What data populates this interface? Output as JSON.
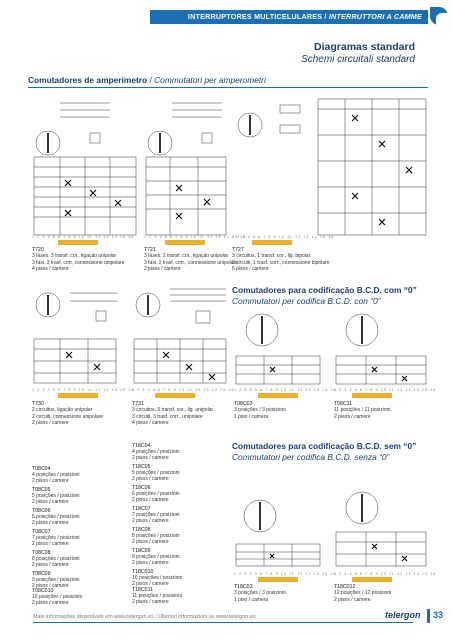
{
  "header": {
    "title_pt": "INTERRUPTORES MULTICELULARES",
    "title_it": "INTERRUTTORI A CAMME"
  },
  "page_title": {
    "pt": "Diagramas standard",
    "it": "Schemi circuitali standard"
  },
  "sections": {
    "ammeter": {
      "title_pt": "Comutadores de amperímetro",
      "separator": "/",
      "title_it": "Commutatori per amperometri"
    },
    "bcd0": {
      "title_pt": "Comutadores para codificação B.C.D. com “0”",
      "title_it": "Commutatori per codifica B.C.D. con “0”"
    },
    "bcd_no0": {
      "title_pt": "Comutadores para codificação B.C.D. sem “0”",
      "title_it": "Commutatori per codifica B.C.D. senza “0”"
    }
  },
  "cards_row1": [
    {
      "code": "T720",
      "lines": [
        "3 fases, 3 transf. cor., ligação unipolar",
        "3 fasi, 3 trasf. corr, connessione unipolare",
        "4 pisos / camere"
      ]
    },
    {
      "code": "T721",
      "lines": [
        "3 fases, 2 transf. cor., ligação unipolar",
        "3 fasi, 2 trasf. corr., connessione unipolare",
        "2 pisos / camere"
      ]
    },
    {
      "code": "T727",
      "lines": [
        "3 circuitos, 1 transf. cor., lig. bipolar",
        "3 circuiti, 1 trasf. corr., connessione bipolare",
        "6 pisos / camere"
      ]
    }
  ],
  "cards_row2": [
    {
      "code": "T730",
      "lines": [
        "2 circuitos, ligação unipolar",
        "2 circuiti, connessione unipolare",
        "2 pisos / camere"
      ]
    },
    {
      "code": "T731",
      "lines": [
        "3 circuitos, 3 transf. cor., lig. unipolar",
        "3 circuiti, 3 trasf. corr., unipolare",
        "4 pisos / camere"
      ]
    },
    {
      "code": "T08C03",
      "lines": [
        "3 posições / 3 posizioni",
        "1 piso / camera"
      ]
    },
    {
      "code": "T08C11",
      "lines": [
        "11 posições / 11 posizioni",
        "2 pisos / camere"
      ]
    }
  ],
  "list_left": [
    {
      "code": "T08C04",
      "lines": [
        "4 posições / posizioni",
        "2 pisos / camere"
      ]
    },
    {
      "code": "T08C05",
      "lines": [
        "5 posições / posizioni",
        "2 pisos / camere"
      ]
    },
    {
      "code": "T08C06",
      "lines": [
        "6 posições / posizioni",
        "2 pisos / camere"
      ]
    },
    {
      "code": "T08C07",
      "lines": [
        "7 posições / posizioni",
        "2 pisos / camere"
      ]
    },
    {
      "code": "T08C08",
      "lines": [
        "8 posições / posizioni",
        "2 pisos / camere"
      ]
    },
    {
      "code": "T08C09",
      "lines": [
        "9 posições / posizioni",
        "2 pisos / camere"
      ]
    },
    {
      "code": "T08C010",
      "lines": [
        "10 posições / posizioni",
        "2 pisos / camere"
      ]
    }
  ],
  "list_mid": [
    {
      "code": "T18C04",
      "lines": [
        "4 posições / posizioni",
        "2 pisos / camere"
      ]
    },
    {
      "code": "T18C05",
      "lines": [
        "5 posições / posizioni",
        "2 pisos / camere"
      ]
    },
    {
      "code": "T18C06",
      "lines": [
        "6 posições / posizioni",
        "2 pisos / camere"
      ]
    },
    {
      "code": "T18C07",
      "lines": [
        "7 posições / posizioni",
        "2 pisos / camere"
      ]
    },
    {
      "code": "T18C08",
      "lines": [
        "8 posições / posizioni",
        "2 pisos / camere"
      ]
    },
    {
      "code": "T18C09",
      "lines": [
        "9 posições / posizioni",
        "2 pisos / camere"
      ]
    },
    {
      "code": "T18C010",
      "lines": [
        "10 posições / posizioni",
        "2 pisos / camere"
      ]
    },
    {
      "code": "T18C011",
      "lines": [
        "11 posições / posizioni",
        "2 pisos / camere"
      ]
    }
  ],
  "cards_row3": [
    {
      "code": "T18C03",
      "lines": [
        "3 posições / 3 posizioni",
        "1 piso / camera"
      ]
    },
    {
      "code": "T18C012",
      "lines": [
        "12 posições / 12 posizioni",
        "2 pisos / camere"
      ]
    }
  ],
  "position_numbers": "1 2 3 4 5 6 7 8 9 10 11 12 13 14 15 16",
  "footer": {
    "text": "Mais informações disponíveis em www.telergon.es / Ulteriori informazioni su www.telergon.es",
    "brand": "telergon",
    "page": "33"
  },
  "colors": {
    "accent": "#1c6fb2",
    "title": "#1c3f6e",
    "highlight": "#e8b12a"
  }
}
